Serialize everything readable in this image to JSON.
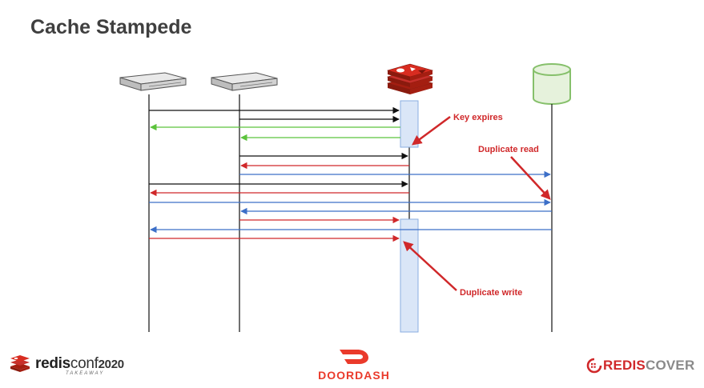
{
  "title": "Cache Stampede",
  "annotations": {
    "key_expires": "Key expires",
    "duplicate_read": "Duplicate read",
    "duplicate_write": "Duplicate write"
  },
  "colors": {
    "request": "#111111",
    "cache_hit": "#5cc33c",
    "cache_miss": "#d0282a",
    "db": "#3c6fc8",
    "activation": "#dae6f7",
    "db_fill": "#e6f2dc"
  },
  "footer": {
    "redisconf_bold": "redis",
    "redisconf_light": "conf",
    "redisconf_year": "2020",
    "redisconf_sub": "TAKEAWAY",
    "doordash": "DOORDASH",
    "rediscover_red": "REDIS",
    "rediscover_gray": "COVER"
  }
}
